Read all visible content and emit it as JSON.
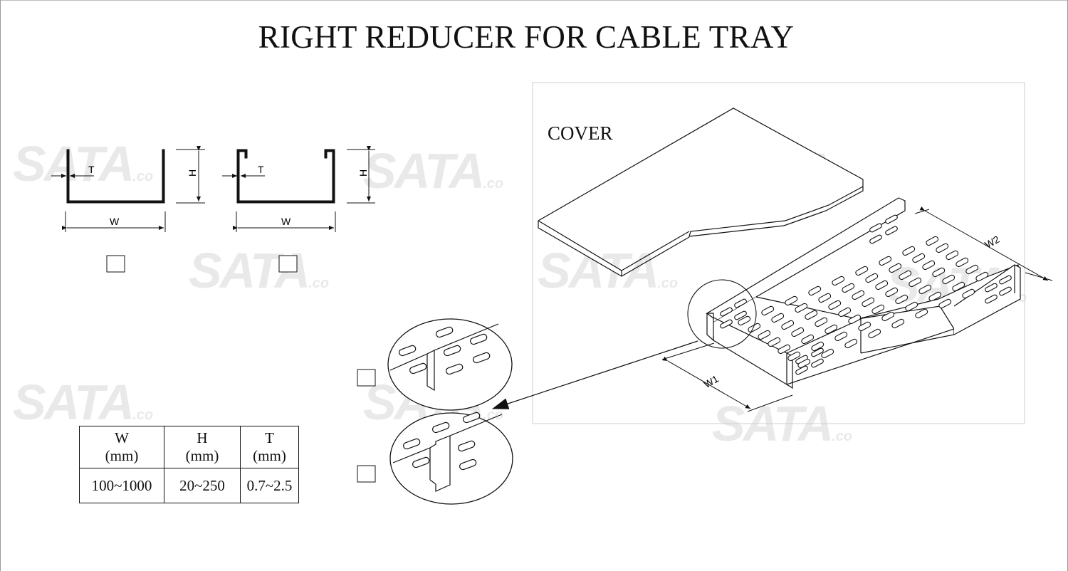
{
  "title": "RIGHT REDUCER FOR CABLE TRAY",
  "cover_label": "COVER",
  "profile_1": {
    "t_label": "T",
    "h_label": "H",
    "w_label": "W"
  },
  "profile_2": {
    "t_label": "T",
    "h_label": "H",
    "w_label": "W"
  },
  "tray": {
    "w1_label": "W1",
    "w2_label": "W2"
  },
  "watermark": {
    "text": "SATA",
    "suffix": ".co"
  },
  "table": {
    "headers": [
      {
        "name": "W",
        "unit": "(mm)"
      },
      {
        "name": "H",
        "unit": "(mm)"
      },
      {
        "name": "T",
        "unit": "(mm)"
      }
    ],
    "values": [
      "100~1000",
      "20~250",
      "0.7~2.5"
    ]
  }
}
